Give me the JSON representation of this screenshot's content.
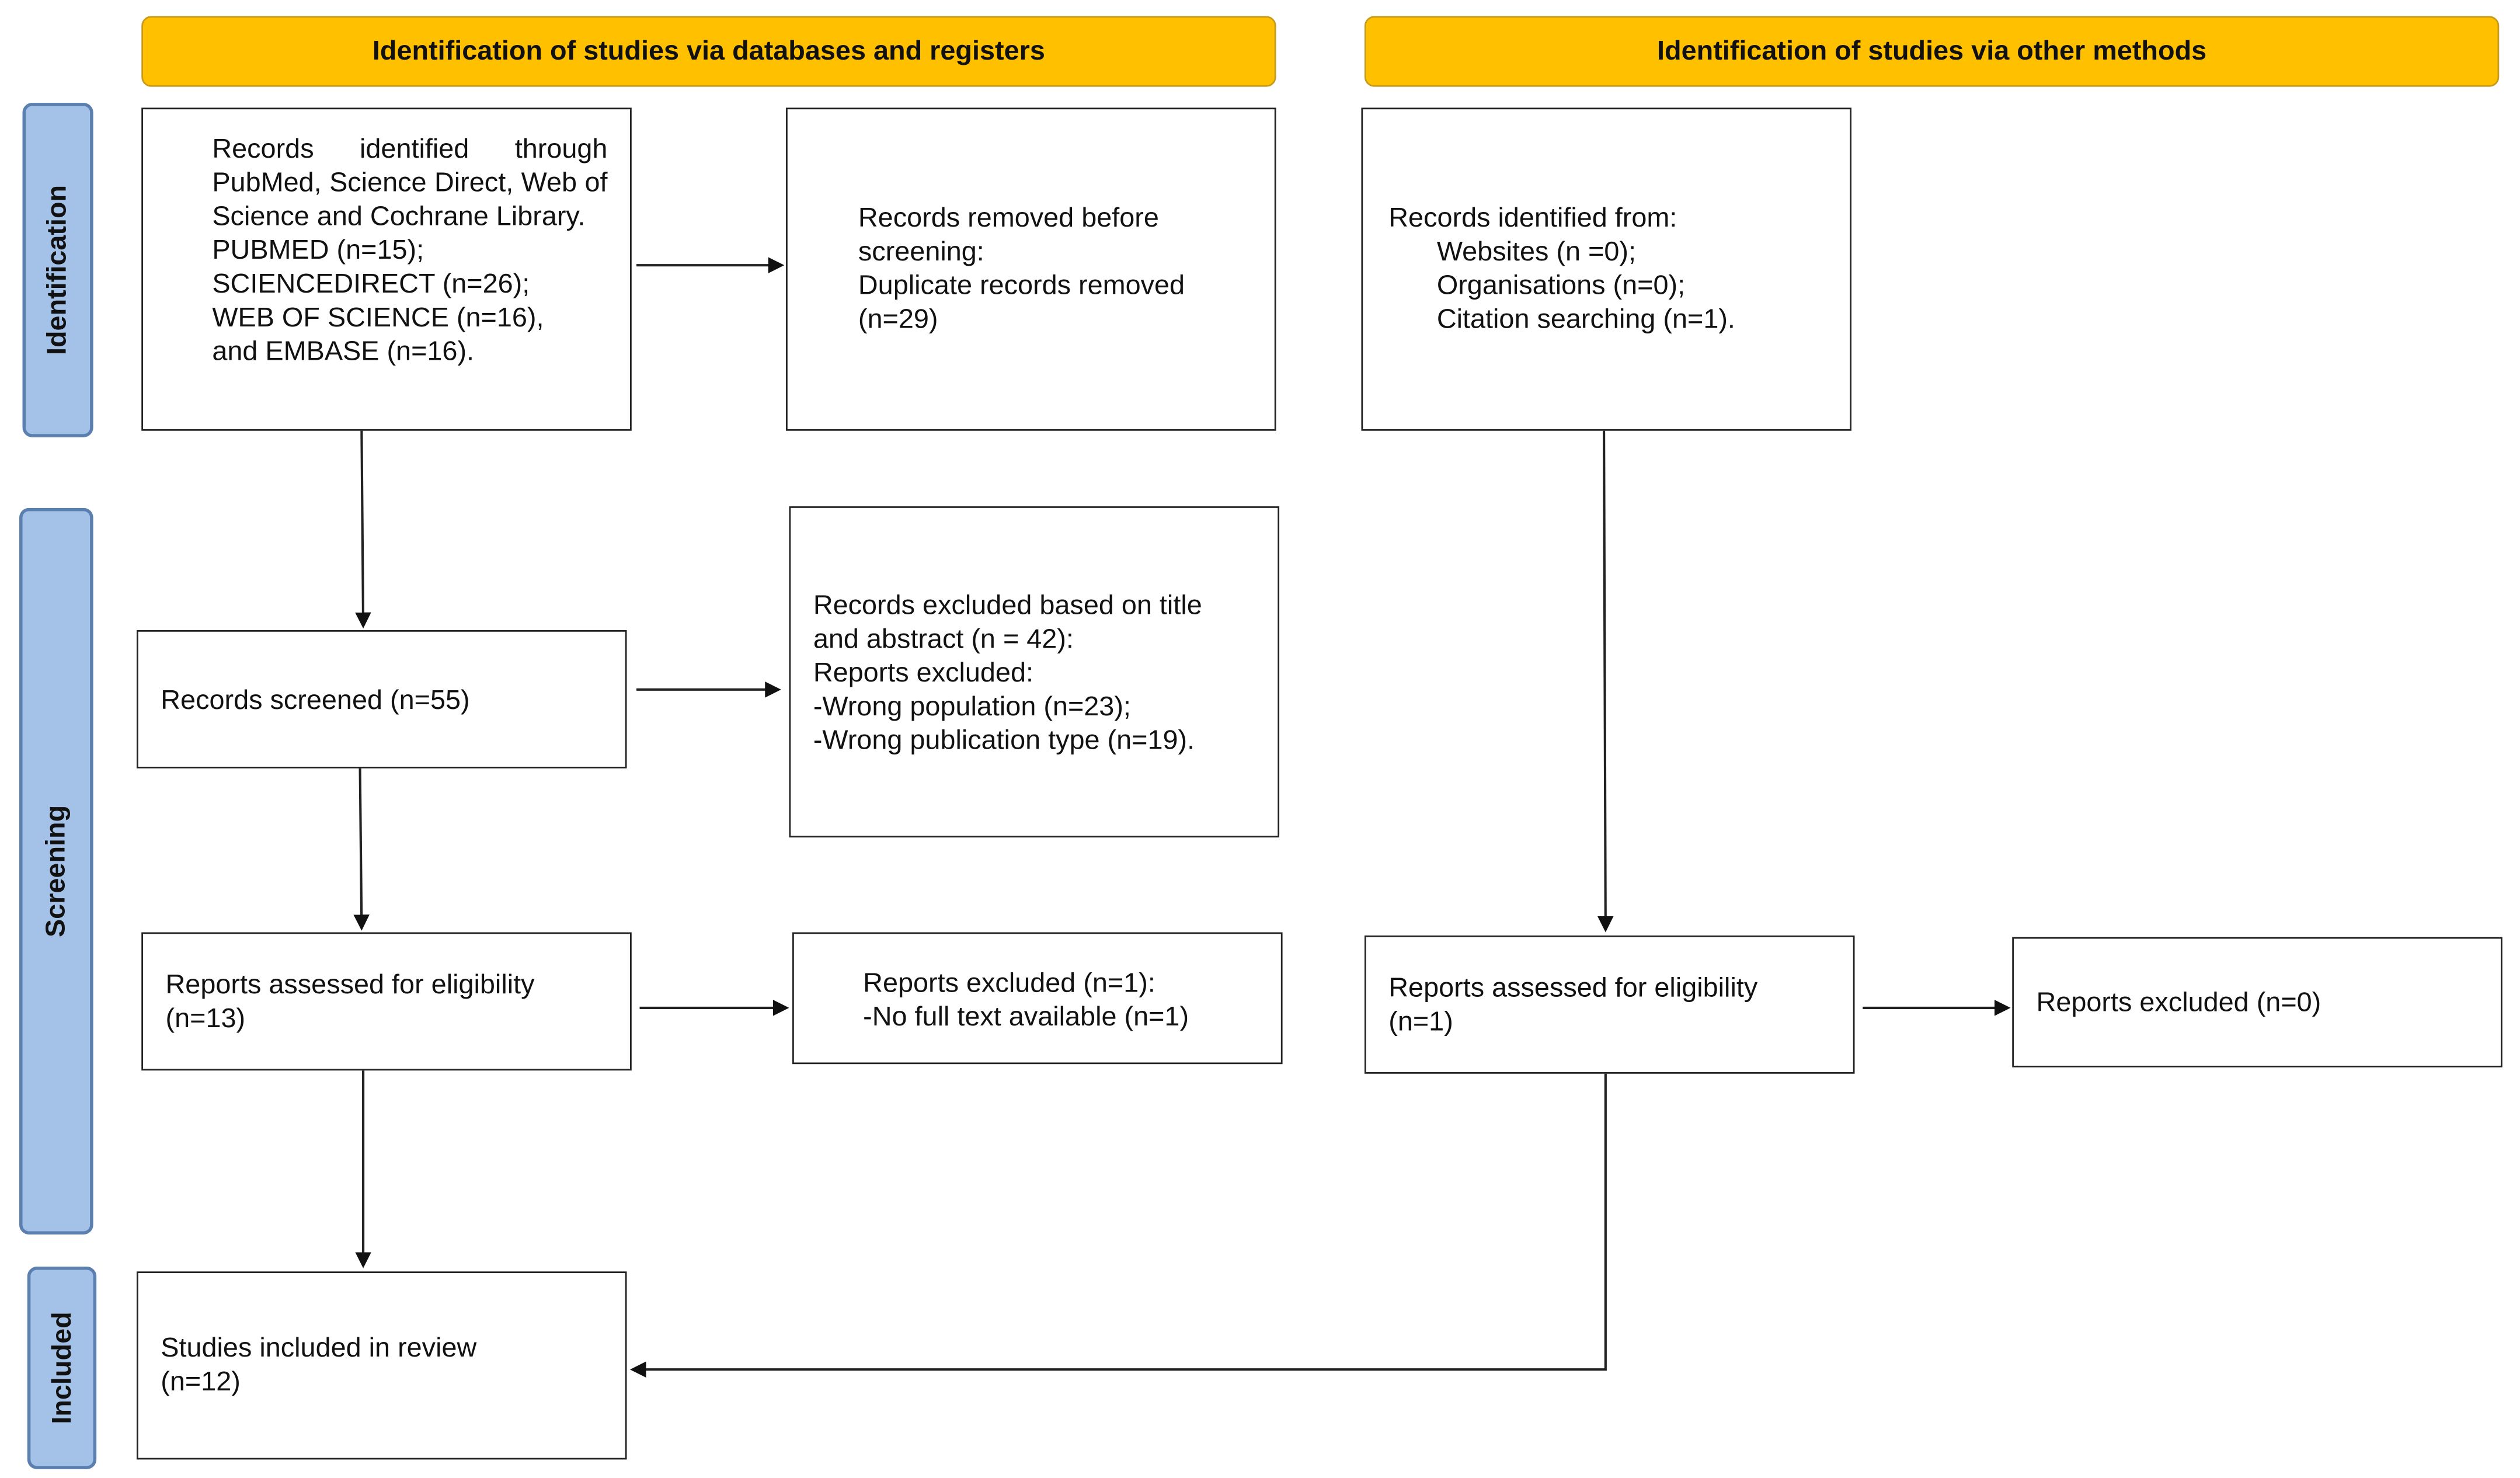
{
  "headers": {
    "databases": "Identification of studies via databases and registers",
    "other": "Identification of studies via other methods"
  },
  "stages": {
    "identification": "Identification",
    "screening": "Screening",
    "included": "Included"
  },
  "boxes": {
    "records_identified": {
      "intro": "Records identified through PubMed, Science Direct, Web of Science and Cochrane Library.",
      "lines": [
        "PUBMED (n=15);",
        "SCIENCEDIRECT (n=26);",
        "WEB OF SCIENCE (n=16),",
        "and EMBASE (n=16)."
      ]
    },
    "records_removed": {
      "lines": [
        "Records removed before",
        "screening:",
        "Duplicate records removed",
        "(n=29)"
      ]
    },
    "other_identified": {
      "title": "Records identified from:",
      "lines": [
        "Websites (n =0);",
        "Organisations (n=0);",
        "Citation searching (n=1)."
      ]
    },
    "records_screened": {
      "text": "Records screened (n=55)"
    },
    "records_excluded": {
      "lines": [
        "Records excluded based on title",
        "and abstract (n = 42):",
        "Reports excluded:",
        "-Wrong population (n=23);",
        "-Wrong publication type (n=19)."
      ]
    },
    "reports_assessed_db": {
      "lines": [
        "Reports assessed for eligibility",
        "(n=13)"
      ]
    },
    "reports_excluded_db": {
      "lines": [
        "Reports excluded (n=1):",
        "-No full text available (n=1)"
      ]
    },
    "reports_assessed_other": {
      "lines": [
        "Reports assessed for eligibility",
        "(n=1)"
      ]
    },
    "reports_excluded_other": {
      "text": "Reports excluded (n=0)"
    },
    "studies_included": {
      "lines": [
        "Studies included in review",
        "(n=12)"
      ]
    }
  },
  "colors": {
    "header_fill": "#ffc000",
    "stage_fill": "#a4c2e8",
    "stage_border": "#5b7fae",
    "box_border": "#222222"
  }
}
